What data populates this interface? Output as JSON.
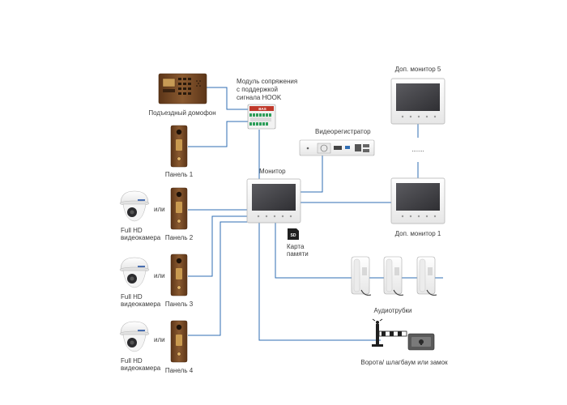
{
  "labels": {
    "intercom": "Подъездный домофон",
    "module_line1": "Модуль сопряжения",
    "module_line2": "с поддержкой",
    "module_line3": "сигнала HOOK",
    "panel1": "Панель 1",
    "dvr": "Видеорегистратор",
    "monitor": "Монитор",
    "extra_monitor5": "Доп. монитор 5",
    "extra_monitor1": "Доп. монитор 1",
    "dots": ".......",
    "ili": "или",
    "camera_line1": "Full HD",
    "camera_line2": "видеокамера",
    "panel2": "Панель 2",
    "panel3": "Панель 3",
    "panel4": "Панель 4",
    "card_line1": "Карта",
    "card_line2": "памяти",
    "handsets": "Аудиотрубки",
    "gate": "Ворота/ шлагбаум или замок",
    "module_brand": "BAS",
    "sd_text": "SD"
  },
  "colors": {
    "wire": "#2f6db3",
    "panel_brown": "#7a4a24",
    "device_white": "#f7f7f7",
    "screen": "#4a4a4e",
    "module_red": "#c0392b",
    "module_green": "#2e9e5a"
  }
}
